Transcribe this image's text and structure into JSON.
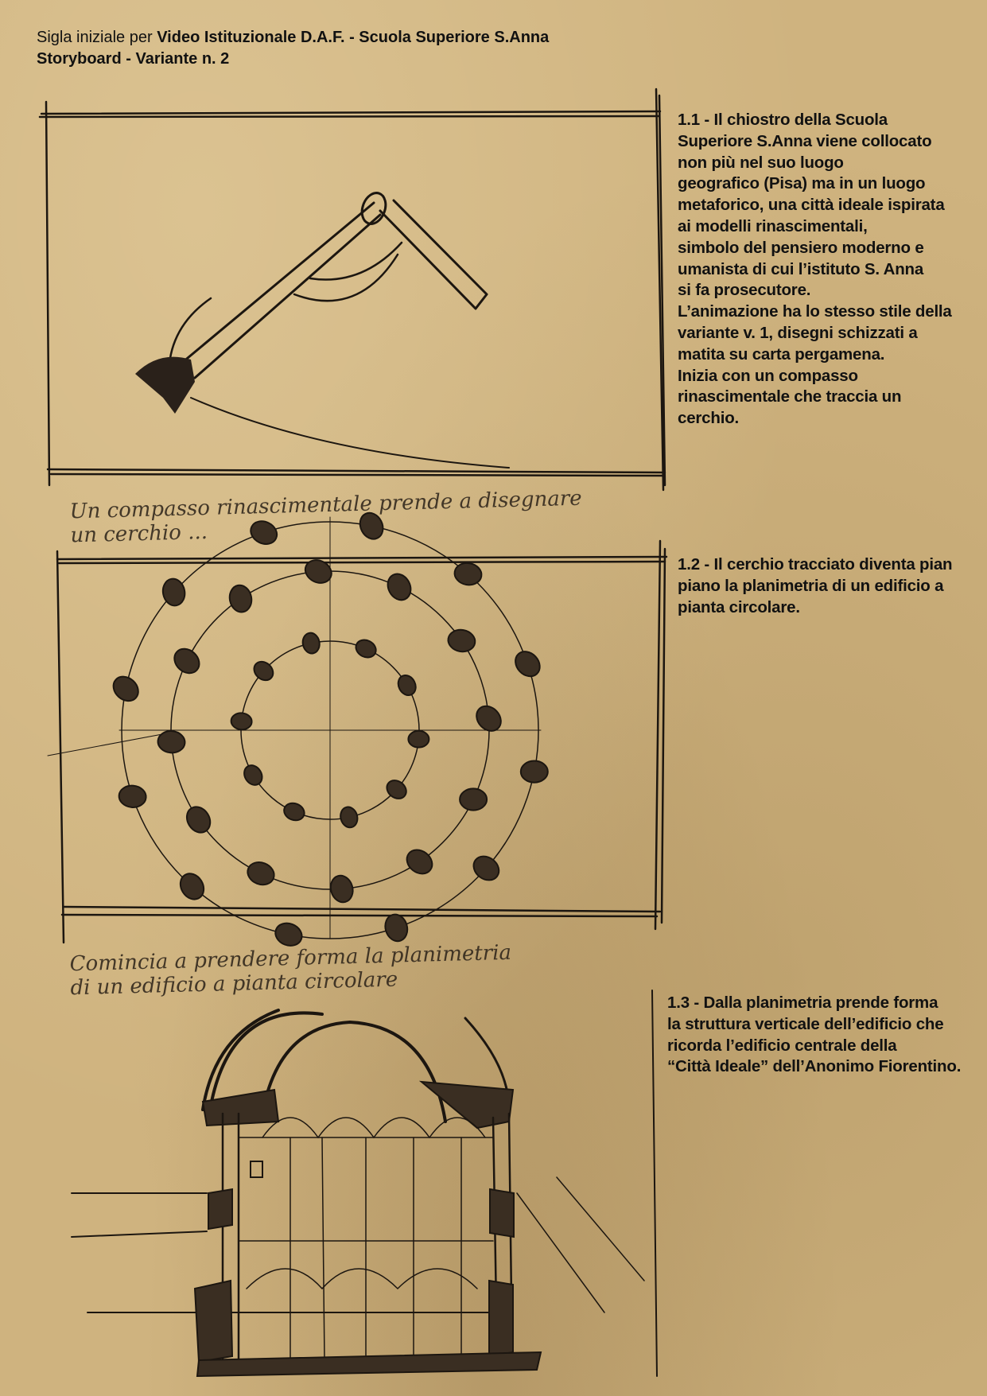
{
  "header": {
    "line1_lead": "Sigla iniziale per ",
    "line1_title": "Video Istituzionale D.A.F. - Scuola Superiore S.Anna",
    "line2": "Storyboard - Variante n. 2"
  },
  "frames": [
    {
      "caption": "1.1 - Il chiostro della Scuola\nSuperiore S.Anna viene collocato\nnon più nel suo luogo\ngeografico (Pisa) ma in un luogo\nmetaforico, una città ideale ispirata\nai modelli rinascimentali,\nsimbolo del pensiero moderno e\numanista di cui l’istituto S. Anna\nsi fa prosecutore.\nL’animazione ha lo stesso stile della\nvariante v. 1, disegni schizzati a\nmatita su carta pergamena.\nInizia con un compasso\nrinascimentale che traccia un\ncerchio.",
      "handwritten_note": "Un compasso rinascimentale prende a disegnare\nun cerchio ...",
      "sketch": "compass-drawing-circle"
    },
    {
      "caption": "1.2 - Il cerchio tracciato diventa pian\npiano la planimetria di un edificio a\npianta circolare.",
      "handwritten_note": "Comincia a prendere forma la planimetria\ndi un edificio a pianta circolare",
      "sketch": "circular-floor-plan"
    },
    {
      "caption": "1.3 - Dalla planimetria prende forma\nla struttura verticale dell’edificio che\nricorda l’edificio centrale della\n“Città Ideale” dell’Anonimo Fiorentino.",
      "sketch": "domed-building-section"
    }
  ]
}
